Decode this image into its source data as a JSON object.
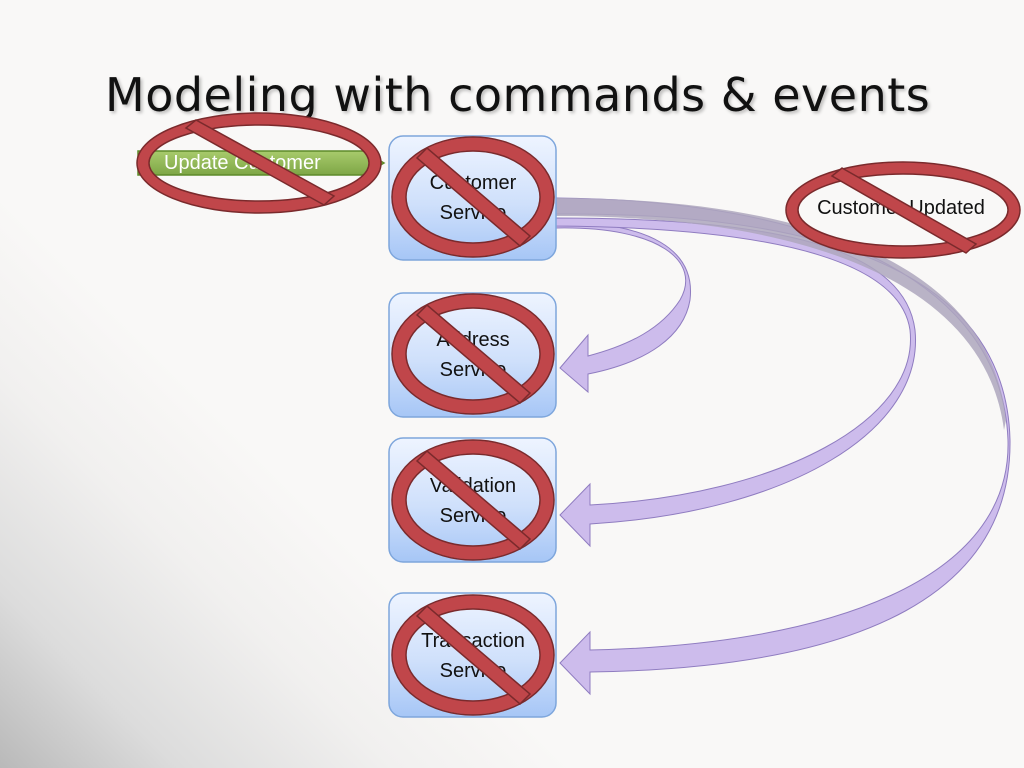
{
  "title": "Modeling with commands & events",
  "command": {
    "label": "Update Customer"
  },
  "event": {
    "label": "Customer Updated"
  },
  "services": [
    {
      "line1": "Customer",
      "line2": "Service"
    },
    {
      "line1": "Address",
      "line2": "Service"
    },
    {
      "line1": "Validation",
      "line2": "Service"
    },
    {
      "line1": "Transaction",
      "line2": "Service"
    }
  ],
  "colors": {
    "service_fill_top": "#e8f0ff",
    "service_fill_bottom": "#a9c8f7",
    "service_border": "#7ea6dc",
    "command_fill": "#8cb450",
    "arrow_fill": "#c9b8e8",
    "arrow_band": "#b3acc4",
    "prohibition_red": "#c0464a",
    "prohibition_stroke": "#7a2a2c"
  },
  "icons": [
    "prohibition-icon"
  ]
}
